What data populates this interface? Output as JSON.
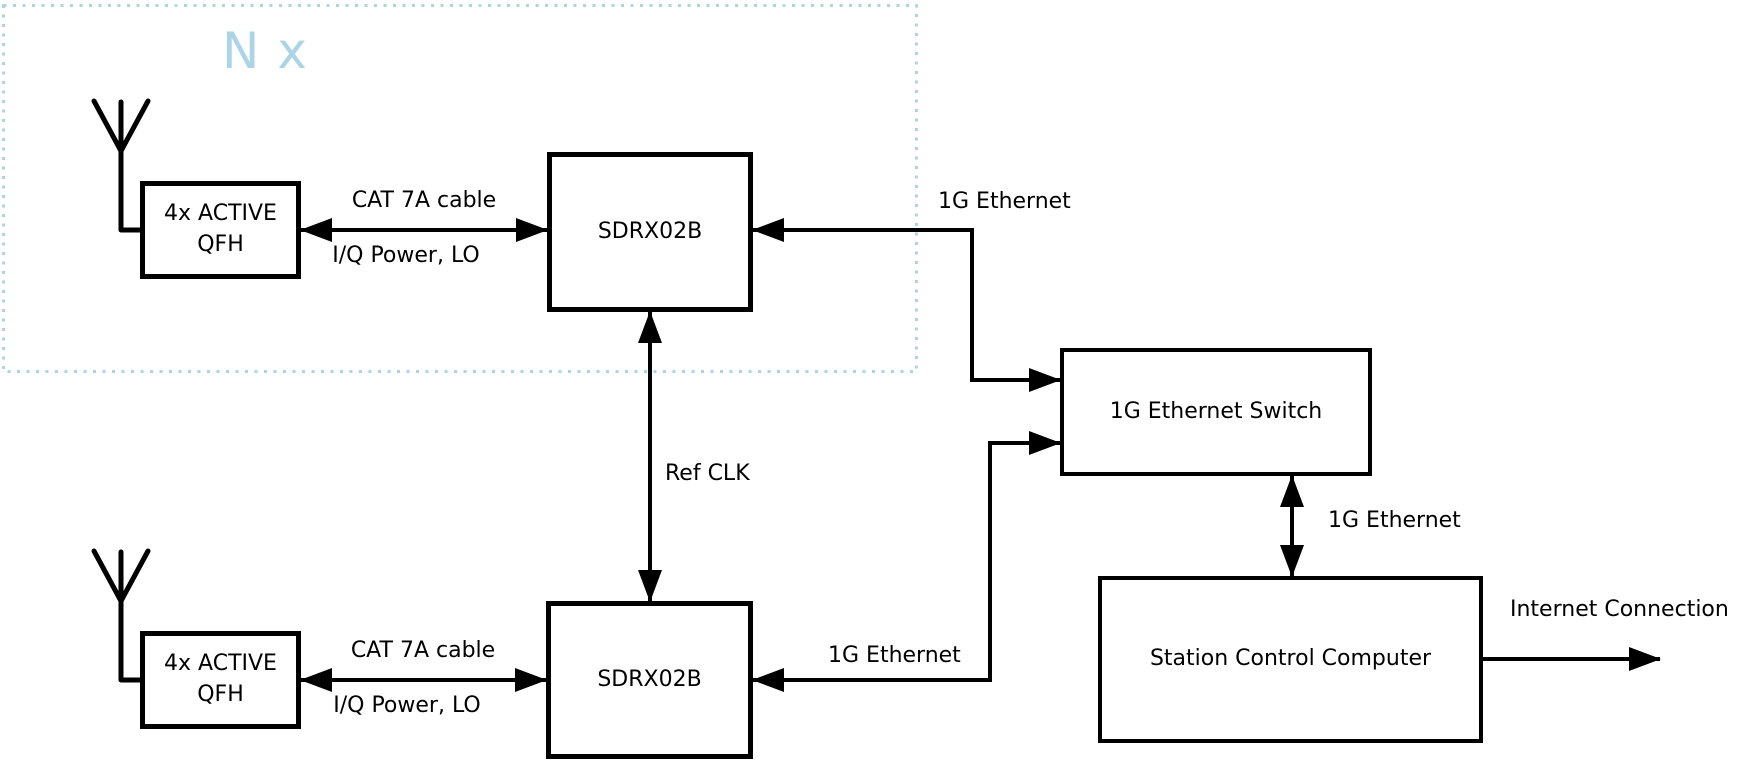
{
  "colors": {
    "accent_blue": "#abd5e6",
    "line_black": "#000000",
    "background": "#ffffff"
  },
  "nx_group": {
    "label": "N x",
    "border_style": "dotted-light-blue"
  },
  "top_receiver": {
    "antenna_icon": "antenna-icon",
    "qfh_label": "4x ACTIVE\nQFH",
    "cable_label": "CAT 7A cable",
    "cable_signals_label": "I/Q Power, LO",
    "sdr_label": "SDRX02B",
    "ethernet_label": "1G Ethernet"
  },
  "bottom_receiver": {
    "antenna_icon": "antenna-icon",
    "qfh_label": "4x ACTIVE\nQFH",
    "cable_label": "CAT 7A cable",
    "cable_signals_label": "I/Q Power, LO",
    "sdr_label": "SDRX02B",
    "ethernet_label": "1G Ethernet"
  },
  "ref_clk_label": "Ref CLK",
  "network": {
    "switch_label": "1G Ethernet Switch",
    "switch_pc_ethernet_label": "1G Ethernet",
    "computer_label": "Station Control Computer",
    "internet_label": "Internet Connection"
  }
}
